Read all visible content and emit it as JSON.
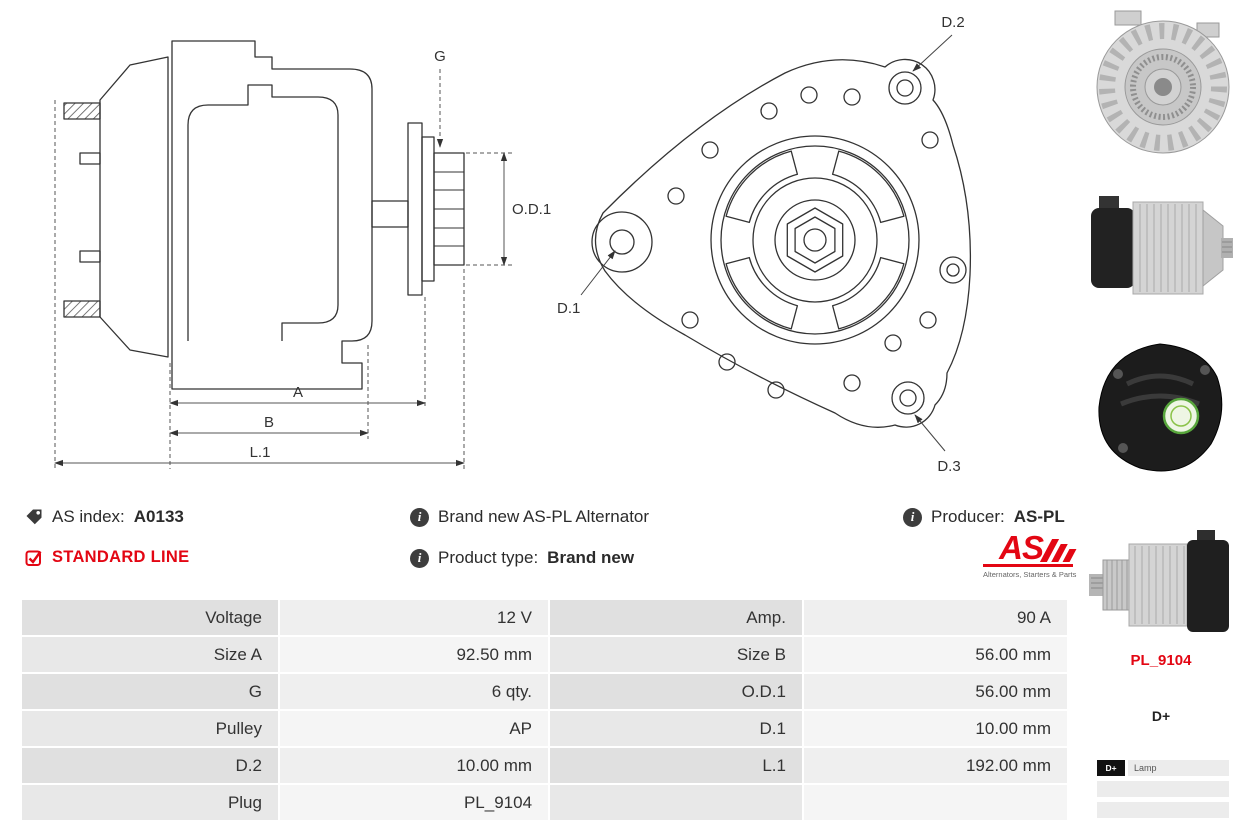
{
  "drawings": {
    "side_view": {
      "dim_g": "G",
      "dim_od1": "O.D.1",
      "dim_a": "A",
      "dim_b": "B",
      "dim_l1": "L.1"
    },
    "front_view": {
      "dim_d1": "D.1",
      "dim_d2": "D.2",
      "dim_d3": "D.3"
    }
  },
  "info": {
    "as_index_label": "AS index:",
    "as_index_value": "A0133",
    "standard_line_label": "STANDARD LINE",
    "brand_new_text": "Brand new AS-PL Alternator",
    "product_type_label": "Product type:",
    "product_type_value": "Brand new",
    "producer_label": "Producer:",
    "producer_value": "AS-PL"
  },
  "logo": {
    "text": "AS",
    "tagline": "Alternators, Starters & Parts"
  },
  "icons": {
    "info_glyph": "i"
  },
  "spec_table": {
    "rows": [
      {
        "c1": "Voltage",
        "c2": "12 V",
        "c3": "Amp.",
        "c4": "90 A"
      },
      {
        "c1": "Size A",
        "c2": "92.50 mm",
        "c3": "Size B",
        "c4": "56.00 mm"
      },
      {
        "c1": "G",
        "c2": "6 qty.",
        "c3": "O.D.1",
        "c4": "56.00 mm"
      },
      {
        "c1": "Pulley",
        "c2": "AP",
        "c3": "D.1",
        "c4": "10.00 mm"
      },
      {
        "c1": "D.2",
        "c2": "10.00 mm",
        "c3": "L.1",
        "c4": "192.00 mm"
      },
      {
        "c1": "Plug",
        "c2": "PL_9104",
        "c3": "",
        "c4": ""
      }
    ]
  },
  "sidebar": {
    "plug_code": "PL_9104",
    "terminal_label": "D+",
    "pinout": {
      "pin": "D+",
      "pin_desc": "Lamp"
    }
  },
  "colors": {
    "accent_red": "#e30613",
    "table_label_bg": "#e0e0e0",
    "table_value_bg": "#efefef",
    "line_color": "#333333"
  }
}
